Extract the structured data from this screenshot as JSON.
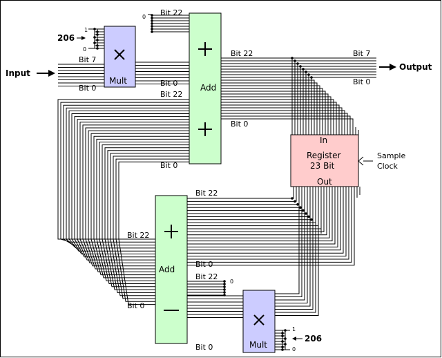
{
  "labels": {
    "input": "Input",
    "output": "Output",
    "mult": "Mult",
    "add": "Add",
    "register_in": "In",
    "register_name": "Register",
    "register_width": "23 Bit",
    "register_out": "Out",
    "sample": "Sample",
    "clock": "Clock",
    "coef_top": "206",
    "coef_bottom": "206",
    "bit7": "Bit 7",
    "bit0": "Bit 0",
    "bit22": "Bit 22",
    "one": "1",
    "zero": "0"
  },
  "colors": {
    "mult_fill": "#ccccff",
    "add_fill": "#ccffcc",
    "register_fill": "#ffcccc",
    "line": "#000000"
  },
  "symbols": {
    "plus": "+",
    "times": "×",
    "minus": "−"
  }
}
